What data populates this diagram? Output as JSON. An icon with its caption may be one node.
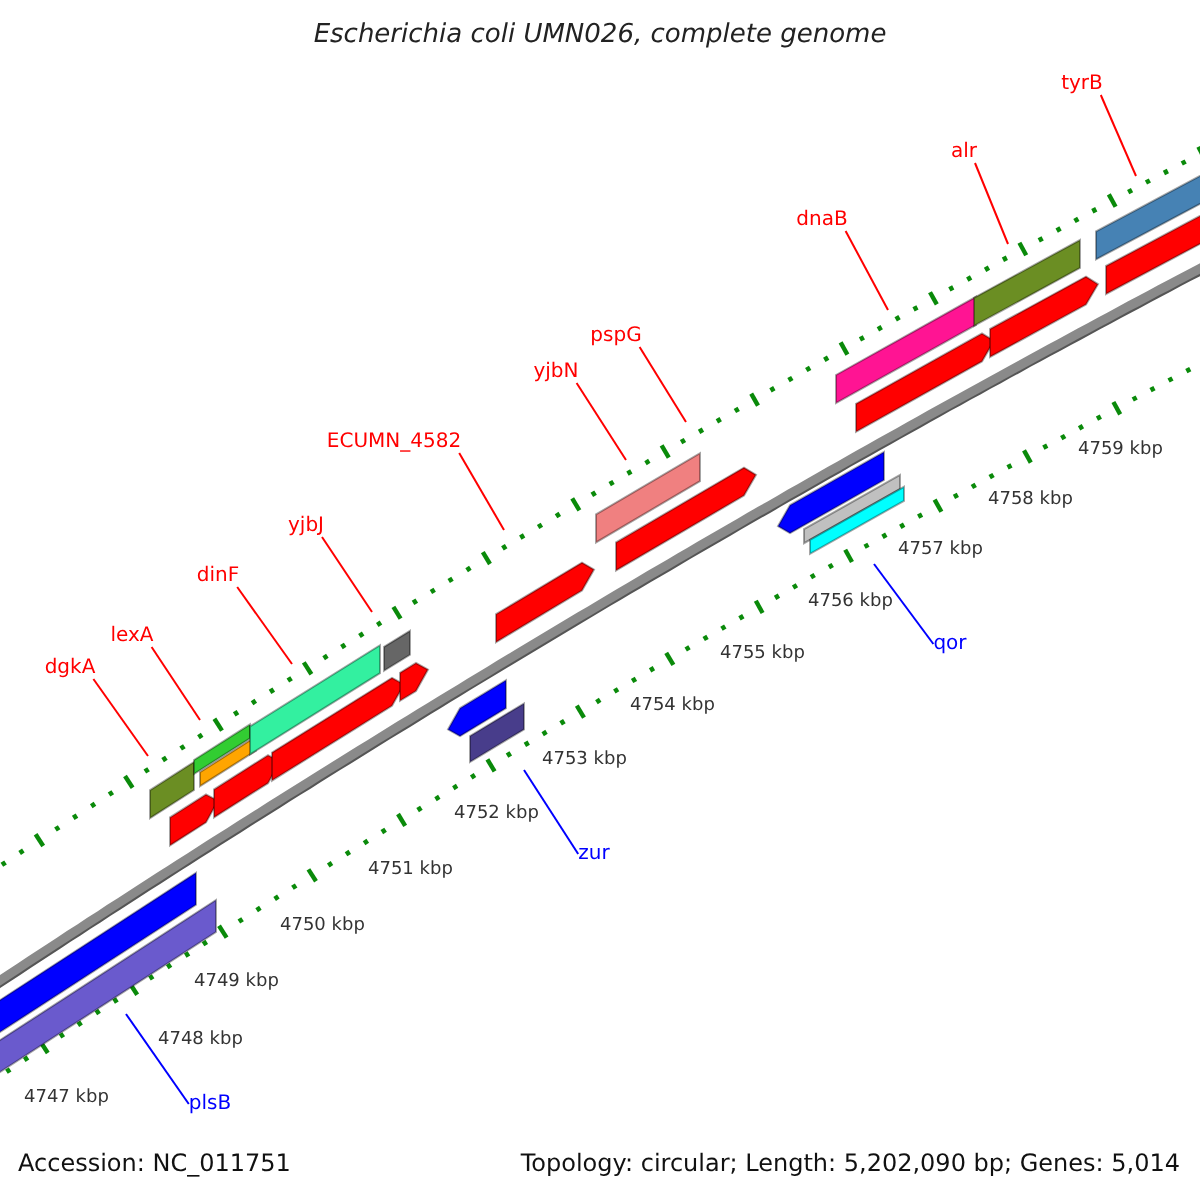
{
  "diagram": {
    "title": "Escherichia coli UMN026, complete genome",
    "nodes": [
      {
        "text": [
          "tyrB"
        ]
      },
      {
        "text": [
          "alr"
        ]
      },
      {
        "text": [
          "dnaB"
        ]
      },
      {
        "text": [
          "pspG"
        ]
      },
      {
        "text": [
          "yjbN"
        ]
      },
      {
        "text": [
          "ECUMN_4582"
        ]
      },
      {
        "text": [
          "yjbJ"
        ]
      },
      {
        "text": [
          "dinF"
        ]
      },
      {
        "text": [
          "lexA"
        ]
      },
      {
        "text": [
          "dgkA"
        ]
      },
      {
        "text": [
          "qor"
        ]
      },
      {
        "text": [
          "zur"
        ]
      },
      {
        "text": [
          "plsB"
        ]
      }
    ],
    "edges": [
      {
        "from": 0,
        "to": null,
        "arrow": "none"
      },
      {
        "from": 1,
        "to": null,
        "arrow": "none"
      },
      {
        "from": 2,
        "to": null,
        "arrow": "none"
      },
      {
        "from": 3,
        "to": null,
        "arrow": "none"
      },
      {
        "from": 4,
        "to": null,
        "arrow": "none"
      },
      {
        "from": 5,
        "to": null,
        "arrow": "none"
      },
      {
        "from": 6,
        "to": null,
        "arrow": "none"
      },
      {
        "from": 7,
        "to": null,
        "arrow": "none"
      },
      {
        "from": 8,
        "to": null,
        "arrow": "none"
      },
      {
        "from": 9,
        "to": null,
        "arrow": "none"
      },
      {
        "from": 10,
        "to": null,
        "arrow": "none",
        "color": "#0000ff"
      },
      {
        "from": 11,
        "to": null,
        "arrow": "none",
        "color": "#0000ff"
      },
      {
        "from": 12,
        "to": null,
        "arrow": "none",
        "color": "#0000ff"
      }
    ],
    "labels": [
      "4759 kbp",
      "4758 kbp",
      "4757 kbp",
      "4756 kbp",
      "4755 kbp",
      "4754 kbp",
      "4753 kbp",
      "4752 kbp",
      "4751 kbp",
      "4750 kbp",
      "4749 kbp",
      "4748 kbp",
      "4747 kbp",
      "Accession: NC_011751",
      "Topology: circular; Length: 5,202,090 bp; Genes: 5,014"
    ]
  }
}
